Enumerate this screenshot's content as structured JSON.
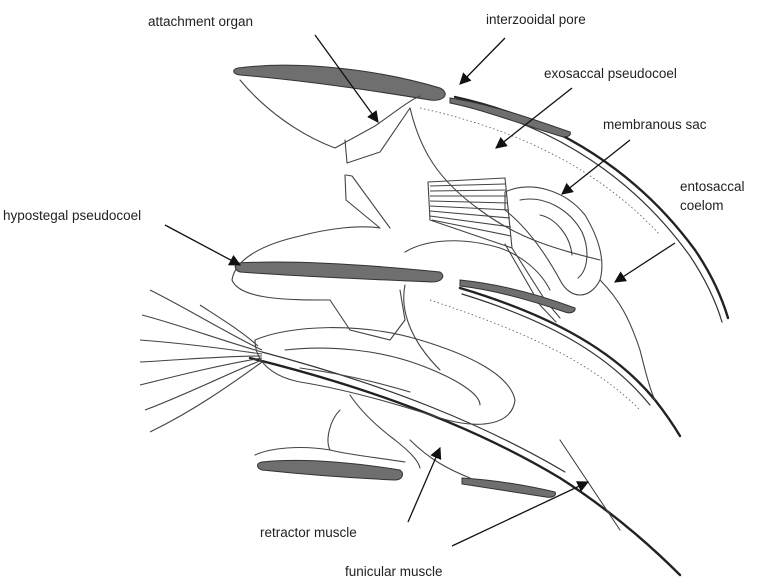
{
  "labels": {
    "attachment_organ": "attachment organ",
    "interzooidal_pore": "interzooidal pore",
    "exosaccal_pseudocoel": "exosaccal pseudocoel",
    "membranous_sac": "membranous sac",
    "entosaccal_line1": "entosaccal",
    "entosaccal_line2": "coelom",
    "hypostegal_pseudocoel": "hypostegal pseudocoel",
    "retractor_muscle": "retractor muscle",
    "funicular_muscle": "funicular muscle"
  },
  "colors": {
    "ink": "#222222",
    "shading": "#6f6f6f",
    "background": "#ffffff"
  }
}
